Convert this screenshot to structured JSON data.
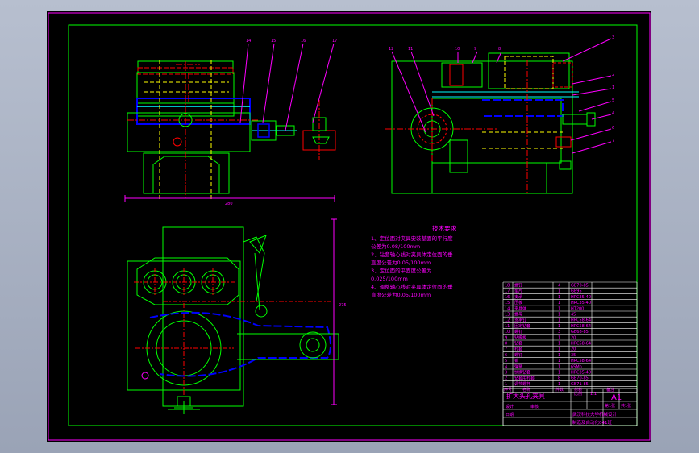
{
  "colors": {
    "background": "#a9b1c2",
    "sheet": "#000000",
    "frame": "#ff00ff",
    "border": "#00ff00",
    "geometry": "#00ff00",
    "centerline": "#ff0000",
    "hidden": "#ffff00",
    "dimension": "#ff00ff",
    "text": "#ff00ff",
    "fixture_body": "#00ffff",
    "rod": "#0000ff"
  },
  "tech_requirements": {
    "title": "技术要求",
    "items": [
      "1、定位面对夹具安装基面的平行度",
      "公差为0.08/100mm",
      "2、钻套轴心线对夹具体定位面的垂",
      "直度公差为0.05/100mm",
      "3、定位面的平面度公差为",
      "0.025/100mm",
      "4、调整轴心线对夹具体定位面的垂",
      "直度公差为0.05/100mm"
    ]
  },
  "bom": {
    "rows": [
      {
        "no": "18",
        "name": "螺钉",
        "qty": "4",
        "material": "GB70-85"
      },
      {
        "no": "17",
        "name": "垫片",
        "qty": "1",
        "material": "GB95"
      },
      {
        "no": "16",
        "name": "支承",
        "qty": "1",
        "material": "HRC35-40"
      },
      {
        "no": "15",
        "name": "压板",
        "qty": "1",
        "material": "HRC35-40"
      },
      {
        "no": "14",
        "name": "夹具体",
        "qty": "1",
        "material": "HT200"
      },
      {
        "no": "13",
        "name": "螺母",
        "qty": "1",
        "material": "45"
      },
      {
        "no": "12",
        "name": "支承钉",
        "qty": "1",
        "material": "HRC58-64"
      },
      {
        "no": "11",
        "name": "固定钻套",
        "qty": "1",
        "material": "HRC58-64"
      },
      {
        "no": "10",
        "name": "螺钉",
        "qty": "3",
        "material": "GB68-85"
      },
      {
        "no": "9",
        "name": "钻模板",
        "qty": "1",
        "material": "20"
      },
      {
        "no": "8",
        "name": "钻套",
        "qty": "1",
        "material": "HRC58-64"
      },
      {
        "no": "7",
        "name": "衬套",
        "qty": "1",
        "material": "20"
      },
      {
        "no": "6",
        "name": "螺钉",
        "qty": "1",
        "material": "35"
      },
      {
        "no": "5",
        "name": "销",
        "qty": "1",
        "material": "HRC58-64"
      },
      {
        "no": "4",
        "name": "弹簧",
        "qty": "1",
        "material": "65Mn"
      },
      {
        "no": "3",
        "name": "快换钻套",
        "qty": "1",
        "material": "HRC35-40"
      },
      {
        "no": "2",
        "name": "钻套用衬套",
        "qty": "8",
        "material": "GB70-85"
      },
      {
        "no": "1",
        "name": "调节螺杆",
        "qty": "1",
        "material": "GB71-85"
      }
    ],
    "header": {
      "no": "序号",
      "name": "名称",
      "qty": "件数",
      "material": "材料",
      "note": "备注"
    }
  },
  "title_block": {
    "drawing_name": "扩大头孔夹具",
    "size": "A1",
    "scale_label": "比例",
    "scale": "1:1",
    "sheet_label": "第1张",
    "sheets_label": "共1张",
    "designer_label": "设计",
    "checker_label": "审核",
    "date_label": "日期",
    "school": "武汉科技大学机械设计",
    "department": "制造及自动化041班"
  },
  "part_labels": {
    "top_left_view": [
      "14",
      "15",
      "16",
      "17"
    ],
    "top_right_view": [
      "12",
      "11",
      "10",
      "9",
      "8",
      "3",
      "2",
      "1",
      "5",
      "4",
      "6",
      "7"
    ]
  },
  "dimensions": {
    "width_left": "280",
    "height_plan": "275"
  }
}
